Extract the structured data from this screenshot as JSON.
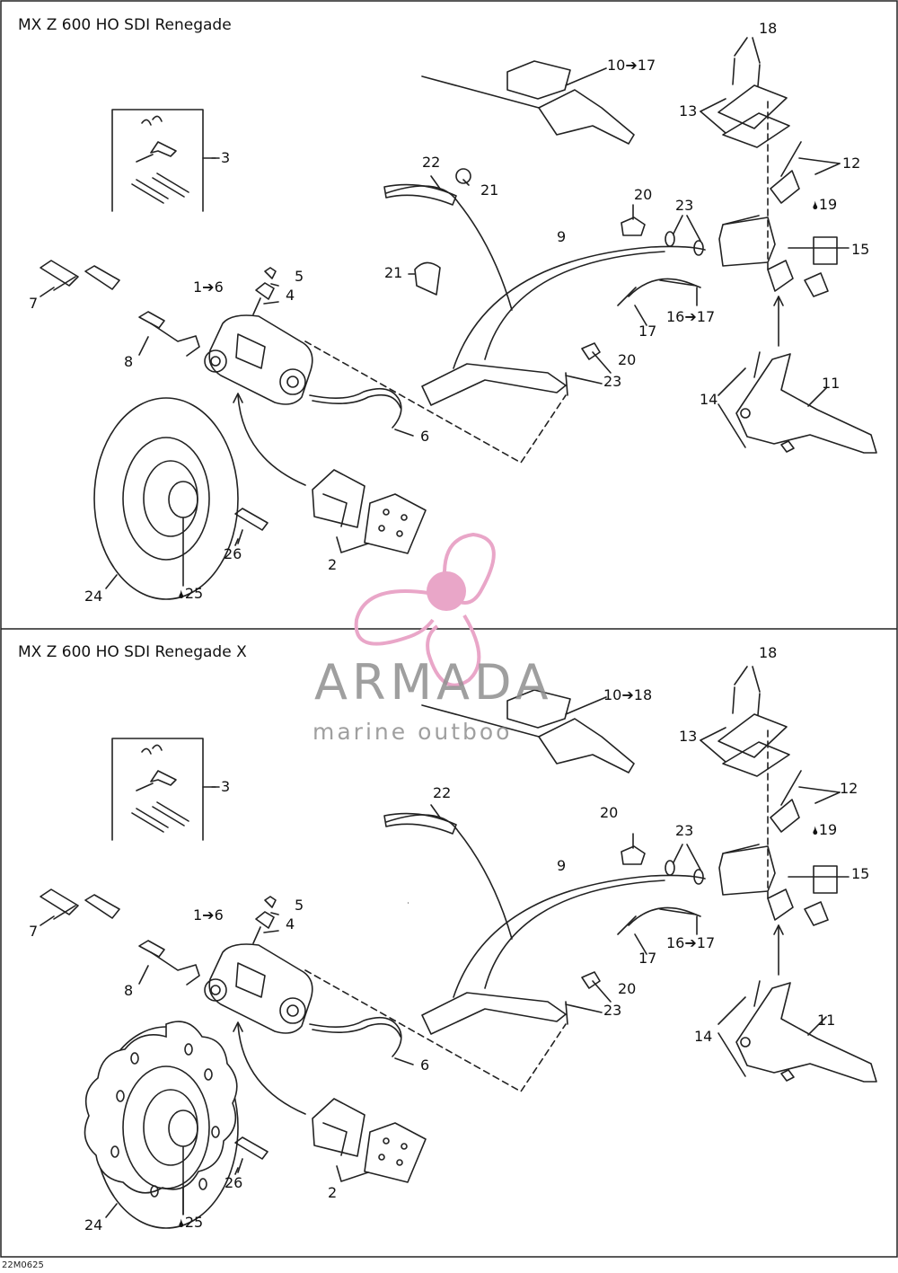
{
  "panels": [
    {
      "title": "MX Z 600 HO SDI Renegade",
      "callouts": {
        "c18": "18",
        "c10_17": "10➔17",
        "c13": "13",
        "c3": "3",
        "c22": "22",
        "c21a": "21",
        "c12": "12",
        "c20a": "20",
        "c19": "19",
        "c23a": "23",
        "c9": "9",
        "c15": "15",
        "c5": "5",
        "c16_17": "16➔17",
        "c21b": "21",
        "c1_6": "1➔6",
        "c4": "4",
        "c7": "7",
        "c17": "17",
        "c20b": "20",
        "c8": "8",
        "c11": "11",
        "c23b": "23",
        "c14": "14",
        "c6": "6",
        "c26": "26",
        "c2": "2",
        "c24": "24",
        "c25": "25"
      }
    },
    {
      "title": "MX Z 600 HO SDI Renegade X",
      "callouts": {
        "c18": "18",
        "c10_18": "10➔18",
        "c13": "13",
        "c3": "3",
        "c22": "22",
        "c12": "12",
        "c20a": "20",
        "c19": "19",
        "c23a": "23",
        "c9": "9",
        "c15": "15",
        "c5": "5",
        "c16_17": "16➔17",
        "c1_6": "1➔6",
        "c4": "4",
        "c7": "7",
        "c17": "17",
        "c20b": "20",
        "c8": "8",
        "c11": "11",
        "c23b": "23",
        "c14": "14",
        "c6": "6",
        "c26": "26",
        "c2": "2",
        "c24": "24",
        "c25": "25"
      }
    }
  ],
  "footer_code": "22M0625",
  "watermark": {
    "name": "ARMADA",
    "tagline": "marine outboo",
    "logo_color": "#e9a6c8",
    "text_color": "#8f8f8f"
  },
  "icons": {
    "grease": "drop-icon",
    "arrow": "right-arrow-icon"
  }
}
